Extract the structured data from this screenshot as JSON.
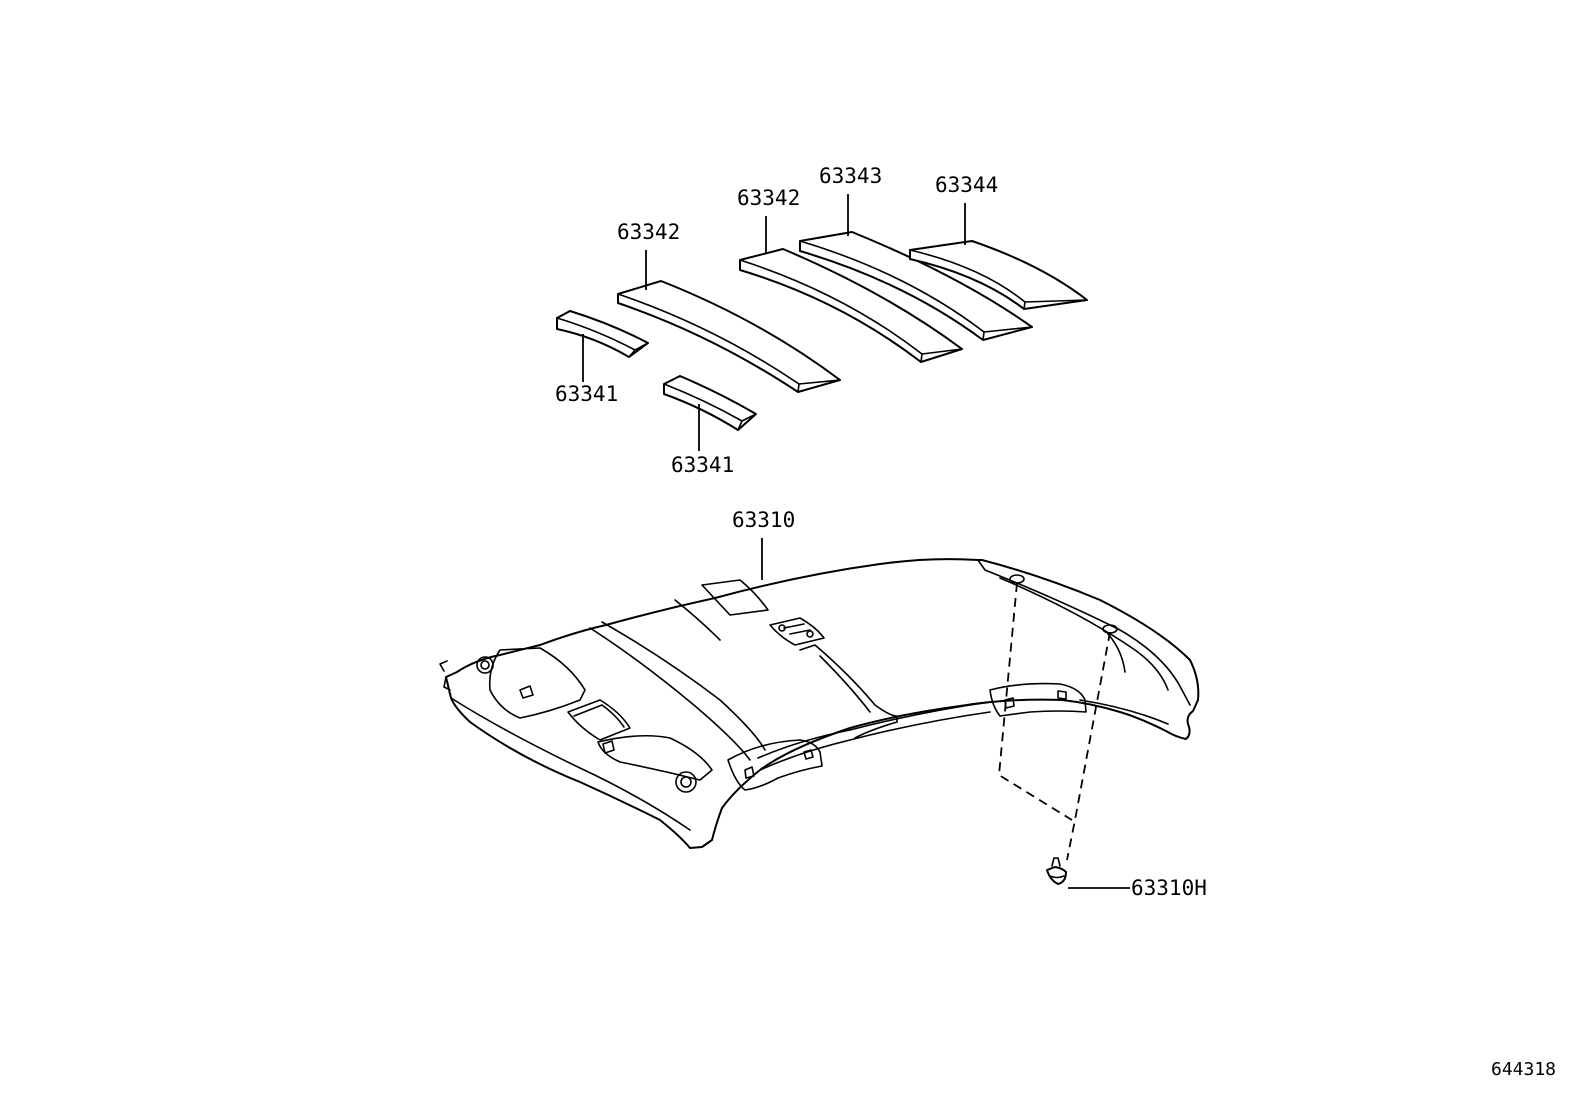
{
  "figure_number": "644318",
  "callouts": {
    "pad_63341_left": "63341",
    "pad_63341_lower": "63341",
    "pad_63342_front": "63342",
    "pad_63342_middle": "63342",
    "pad_63343": "63343",
    "pad_63344": "63344",
    "headliner": "63310",
    "clip": "63310H"
  }
}
